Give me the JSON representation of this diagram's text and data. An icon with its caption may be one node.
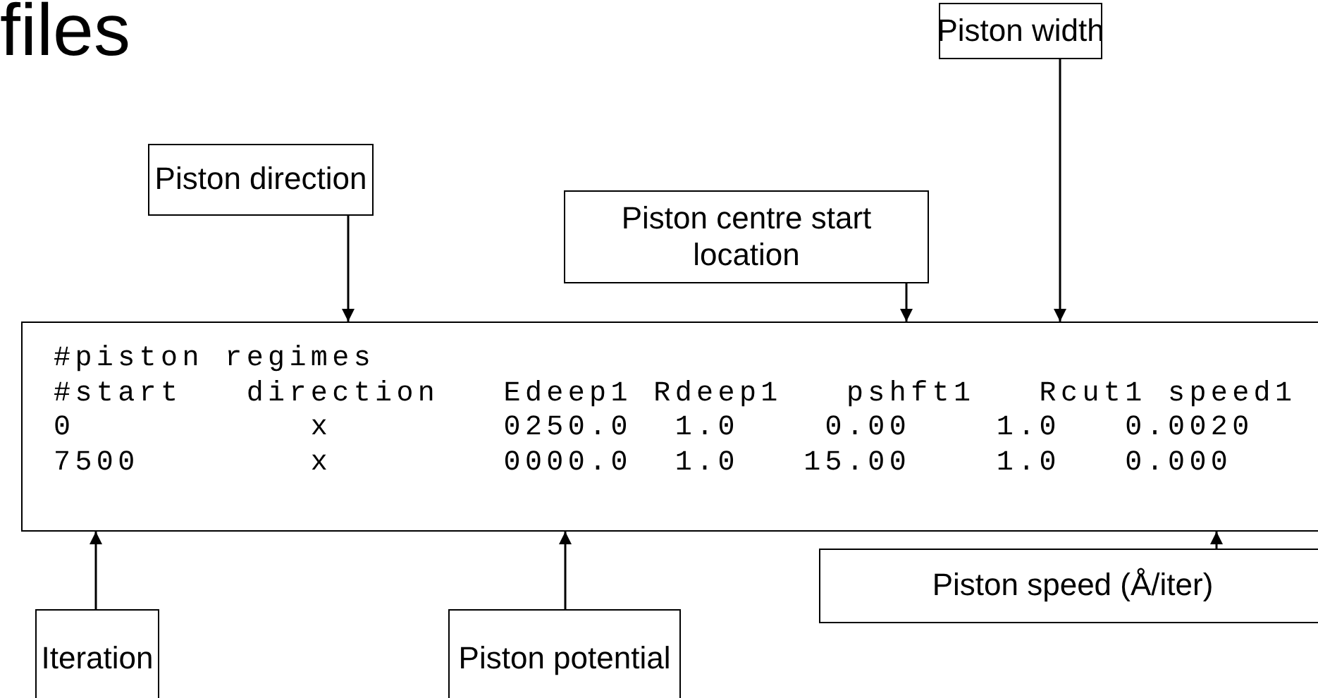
{
  "diagram": {
    "title": "files",
    "nodes": [
      {
        "text": [
          "Piston width"
        ]
      },
      {
        "text": [
          "Piston direction"
        ]
      },
      {
        "text": [
          "Piston centre start location"
        ]
      },
      {
        "text": [
          "#piston regimes",
          "#start   direction   Edeep1 Rdeep1   pshft1   Rcut1 speed1",
          "0           x        0250.0  1.0    0.00    1.0   0.0020",
          "7500        x        0000.0  1.0   15.00    1.0   0.000"
        ]
      },
      {
        "text": [
          "Iteration"
        ]
      },
      {
        "text": [
          "Piston potential"
        ]
      },
      {
        "text": [
          "Piston speed (Å/iter)"
        ]
      }
    ],
    "edges": [
      {
        "from": 0,
        "to": 3,
        "arrow": "to"
      },
      {
        "from": 1,
        "to": 3,
        "arrow": "to"
      },
      {
        "from": 2,
        "to": 3,
        "arrow": "to"
      },
      {
        "from": 4,
        "to": 3,
        "arrow": "to"
      },
      {
        "from": 5,
        "to": 3,
        "arrow": "to"
      },
      {
        "from": 6,
        "to": 3,
        "arrow": "to"
      }
    ]
  }
}
